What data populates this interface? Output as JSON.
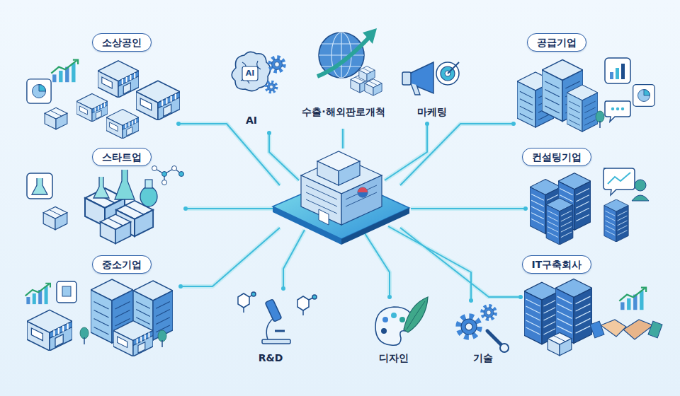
{
  "diagram": {
    "nodes": [
      {
        "text": [
          "소상공인"
        ]
      },
      {
        "text": [
          "공급기업"
        ]
      },
      {
        "text": [
          "스타트업"
        ]
      },
      {
        "text": [
          "컨설팅기업"
        ]
      },
      {
        "text": [
          "중소기업"
        ]
      },
      {
        "text": [
          "IT구축회사"
        ]
      }
    ],
    "labels": [
      "AI",
      "AI",
      "수출·해외판로개척",
      "마케팅",
      "R&D",
      "디자인",
      "기술"
    ]
  }
}
